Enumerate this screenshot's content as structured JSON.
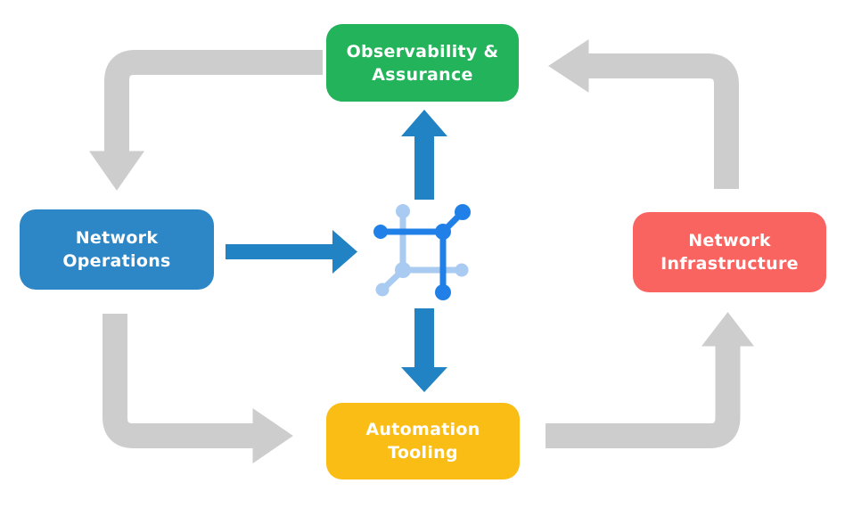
{
  "diagram": {
    "background": "#FFFFFF",
    "text_color": "#FFFFFF",
    "cycle_arrow_color": "#CDCDCD",
    "flow_arrow_color": "#2182C4",
    "nodes": [
      {
        "id": "observability-assurance",
        "line1": "Observability &",
        "line2": "Assurance",
        "color": "#23B45B"
      },
      {
        "id": "network-operations",
        "line1": "Network",
        "line2": "Operations",
        "color": "#2D86C5"
      },
      {
        "id": "network-infrastructure",
        "line1": "Network",
        "line2": "Infrastructure",
        "color": "#FA6460"
      },
      {
        "id": "automation-tooling",
        "line1": "Automation",
        "line2": "Tooling",
        "color": "#FABD16"
      }
    ],
    "icon": {
      "name": "network-mesh-icon",
      "primary": "#2080E8",
      "secondary": "#A9CBF2"
    },
    "cycle": [
      {
        "from": "observability-assurance",
        "to": "network-operations"
      },
      {
        "from": "network-operations",
        "to": "automation-tooling"
      },
      {
        "from": "automation-tooling",
        "to": "network-infrastructure"
      },
      {
        "from": "network-infrastructure",
        "to": "observability-assurance"
      }
    ],
    "center_flows": [
      {
        "from": "network-operations",
        "to": "network-mesh-icon"
      },
      {
        "from": "network-mesh-icon",
        "to": "observability-assurance"
      },
      {
        "from": "network-mesh-icon",
        "to": "automation-tooling"
      }
    ]
  }
}
